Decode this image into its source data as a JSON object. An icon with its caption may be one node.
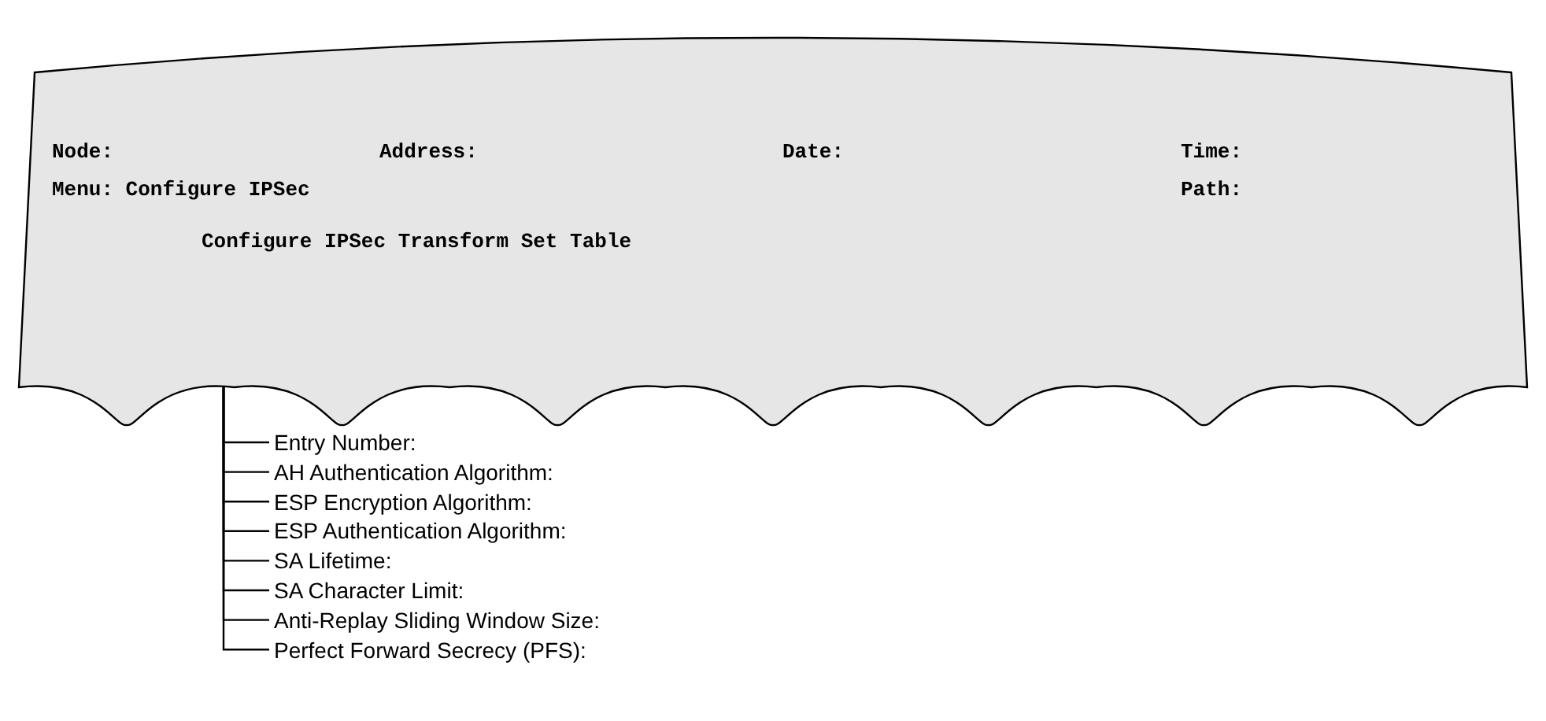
{
  "diagram": {
    "nodes": [
      {
        "text": [
          "Node:",
          "Address:",
          "Date:",
          "Time:",
          "Menu: Configure IPSec",
          "Path:"
        ]
      },
      {
        "text": [
          "Configure IPSec Transform Set Table"
        ],
        "in": 0
      },
      {
        "text": [
          "Entry Number:"
        ]
      },
      {
        "text": [
          "AH Authentication Algorithm:"
        ]
      },
      {
        "text": [
          "ESP Encryption Algorithm:"
        ]
      },
      {
        "text": [
          "ESP Authentication Algorithm:"
        ]
      },
      {
        "text": [
          "SA Lifetime:"
        ]
      },
      {
        "text": [
          "SA Character Limit:"
        ]
      },
      {
        "text": [
          "Anti-Replay Sliding Window Size:"
        ]
      },
      {
        "text": [
          "Perfect Forward Secrecy (PFS):"
        ]
      }
    ],
    "edges": [
      {
        "from": 1,
        "to": 2,
        "arrow": "none"
      },
      {
        "from": 1,
        "to": 3,
        "arrow": "none"
      },
      {
        "from": 1,
        "to": 4,
        "arrow": "none"
      },
      {
        "from": 1,
        "to": 5,
        "arrow": "none"
      },
      {
        "from": 1,
        "to": 6,
        "arrow": "none"
      },
      {
        "from": 1,
        "to": 7,
        "arrow": "none"
      },
      {
        "from": 1,
        "to": 8,
        "arrow": "none"
      },
      {
        "from": 1,
        "to": 9,
        "arrow": "none"
      }
    ]
  }
}
